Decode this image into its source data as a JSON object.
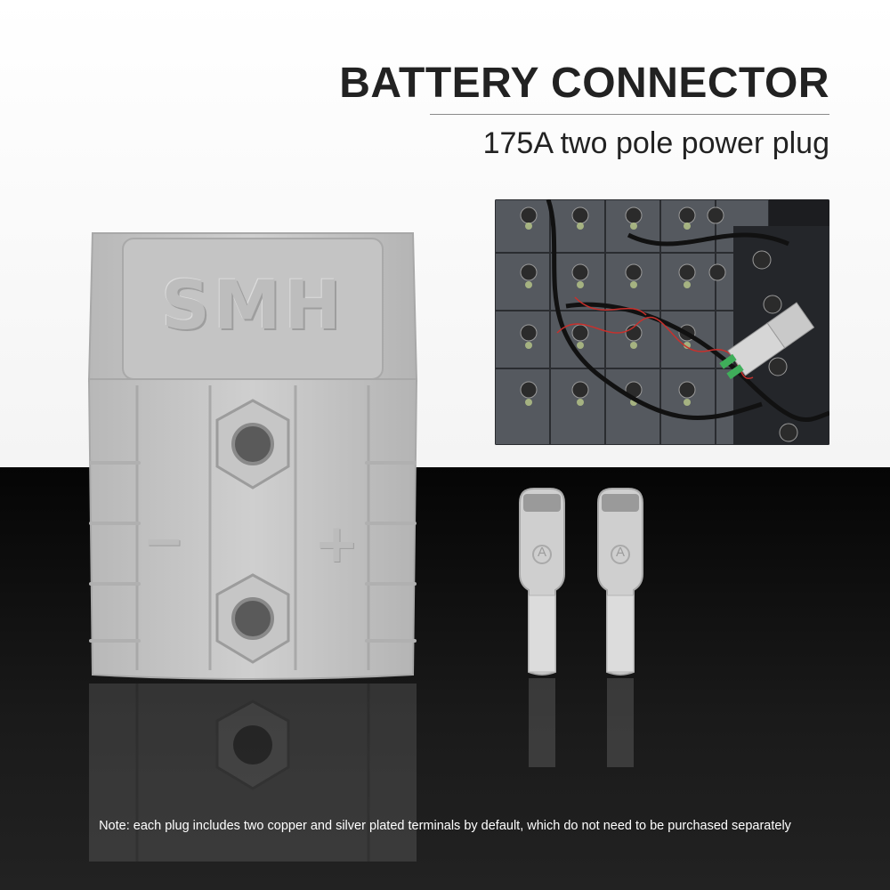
{
  "header": {
    "title": "BATTERY CONNECTOR",
    "subtitle": "175A two pole power plug"
  },
  "product": {
    "brand_logo_text": "SMH",
    "negative_symbol": "−",
    "positive_symbol": "+",
    "terminal_mark": "A",
    "housing_color": "#c8c8c8",
    "terminal_color": "#cfcfcf"
  },
  "footer": {
    "note": "Note: each plug includes two copper and silver plated terminals by default, which do not need to be purchased separately"
  },
  "colors": {
    "background_top": "#ffffff",
    "background_bottom": "#0a0a0a",
    "text_dark": "#222222",
    "text_light": "#ffffff"
  }
}
